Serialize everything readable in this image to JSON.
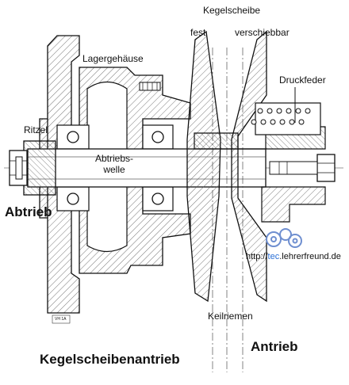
{
  "labels": {
    "kegelscheibe": "Kegelscheibe",
    "fest": "fest",
    "verschiebbar": "verschiebbar",
    "lagergehaeuse": "Lagergehäuse",
    "druckfeder": "Druckfeder",
    "ritzel": "Ritzel",
    "abtriebswelle_1": "Abtriebs-",
    "abtriebswelle_2": "welle",
    "abtrieb": "Abtrieb",
    "keilriemen": "Keilriemen",
    "antrieb": "Antrieb",
    "title": "Kegelscheibenantrieb",
    "drawing_no": "VH 1A"
  },
  "watermark": {
    "prefix": "http://",
    "highlight": "tec",
    "suffix": ".lehrerfreund.de",
    "logo": "gears-logo"
  },
  "colors": {
    "line": "#111111",
    "hatch": "#555555",
    "accent": "#2a6fd6",
    "logo": "#6f8fd0"
  }
}
